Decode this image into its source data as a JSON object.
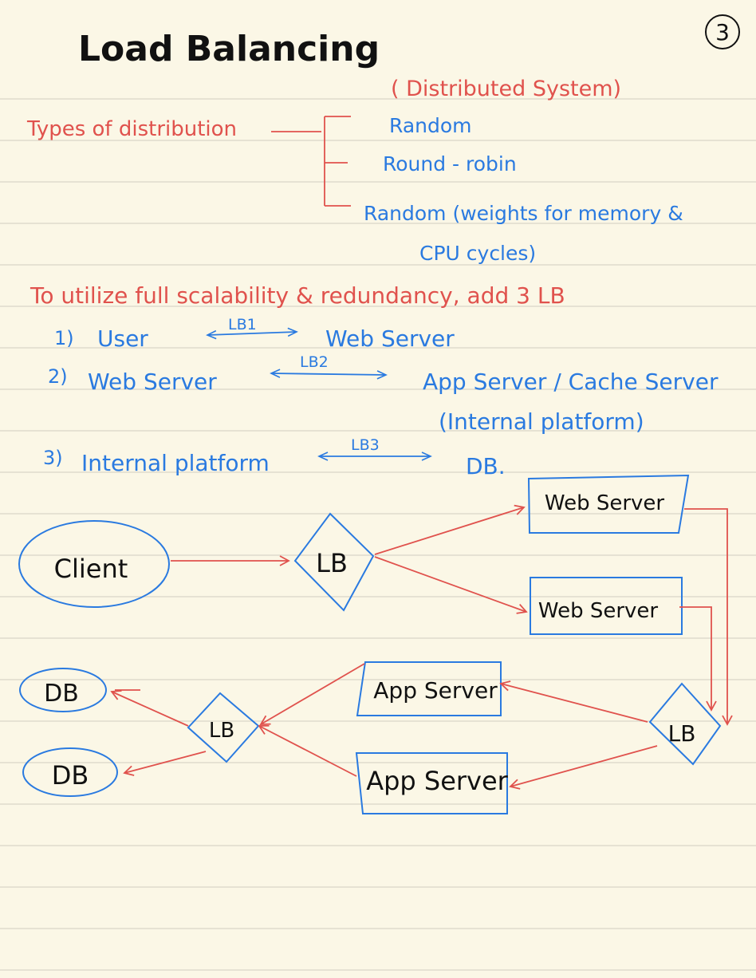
{
  "page": {
    "title": "Load Balancing",
    "page_number": "3",
    "subtitle": "( Distributed System)"
  },
  "distribution": {
    "heading": "Types of distribution",
    "items": [
      "Random",
      "Round - robin",
      "Random (weights for memory &",
      "CPU cycles)"
    ]
  },
  "scalability": {
    "heading": "To utilize full scalability & redundancy, add 3 LB",
    "rows": [
      {
        "num": "1)",
        "from": "User",
        "lb": "LB1",
        "to": "Web Server"
      },
      {
        "num": "2)",
        "from": "Web Server",
        "lb": "LB2",
        "to": "App Server / Cache Server",
        "to_extra": "(Internal platform)"
      },
      {
        "num": "3)",
        "from": "Internal platform",
        "lb": "LB3",
        "to": "DB."
      }
    ]
  },
  "diagram": {
    "client": "Client",
    "lb_main": "LB",
    "web_server_1": "Web Server",
    "web_server_2": "Web Server",
    "lb_right": "LB",
    "app_server_1": "App Server",
    "app_server_2": "App Server",
    "lb_left": "LB",
    "db_1": "DB",
    "db_2": "DB"
  },
  "colors": {
    "paper": "#fbf7e6",
    "rule": "#d9d6c8",
    "black_ink": "#111111",
    "red_ink": "#e0524d",
    "blue_ink": "#2a7ae0"
  }
}
